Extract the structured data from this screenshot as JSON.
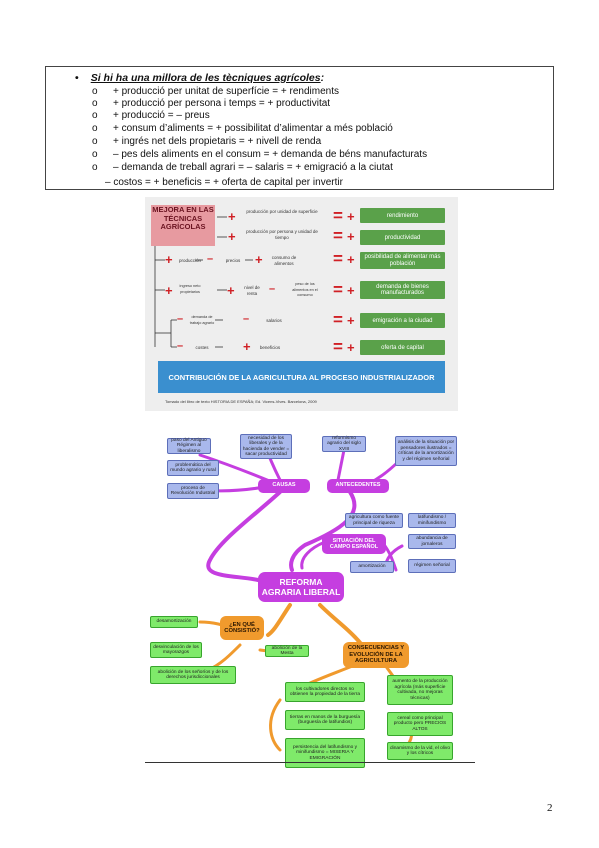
{
  "text": {
    "bullet": "•",
    "heading": "Si hi ha una millora de les tècniques agrícoles",
    "heading_colon": ":",
    "marker": "o",
    "lines": [
      "+ producció per unitat de superfície = + rendiments",
      "+ producció per persona i temps = + productivitat",
      "+ producció = – preus",
      "+ consum d’aliments = + possibilitat d’alimentar a més població",
      "+ ingrés net dels propietaris = + nivell de renda",
      "– pes dels aliments en el consum = + demanda de béns manufacturats",
      "– demanda de treball agrari = – salaris = + emigració a la ciutat"
    ],
    "last_line": "– costos = + beneficis = + oferta de capital per invertir"
  },
  "infographic": {
    "title_box": "MEJORA EN LAS TÉCNICAS AGRÍCOLAS",
    "plus": "+",
    "minus": "–",
    "equals": "=",
    "arrow": "→",
    "items": {
      "prod_superficie": "producción por unidad de superficie",
      "prod_persona": "producción por persona y unidad de tiempo",
      "produccion": "producción",
      "precios": "precios",
      "consumo": "consumo de alimentos",
      "ingreso": "ingreso neto propietarios",
      "nivel_renta": "nivel de renta",
      "peso": "peso de los alimentos en el consumo",
      "demanda": "demanda de trabajo agrario",
      "salarios": "salarios",
      "costes": "costes",
      "beneficios": "beneficios"
    },
    "results": [
      "rendimiento",
      "productividad",
      "posibilidad de alimentar más población",
      "demanda de bienes manufacturados",
      "emigración a la ciudad",
      "oferta de capital"
    ],
    "bottom_bar": "CONTRIBUCIÓN DE LA AGRICULTURA AL PROCESO INDUSTRIALIZADOR",
    "source": "Tomado del libro de texto HISTORIA DE ESPAÑA; Ed. Vicens-Vives. Barcelona, 2009"
  },
  "concept_map": {
    "causas": "CAUSAS",
    "antecedentes": "ANTECEDENTES",
    "situacion": "SITUACIÓN DEL CAMPO ESPAÑOL",
    "reforma": "REFORMA AGRARIA LIBERAL",
    "en_que": "¿EN QUÉ CONSISTIÓ?",
    "consecuencias": "CONSECUENCIAS Y EVOLUCIÓN DE LA AGRICULTURA",
    "causas_nodes": [
      "paso del Antiguo Régimen al liberalismo",
      "necesidad de los liberales y de la hacienda de vender = sacar productividad",
      "problemática del mundo agrario y rural",
      "proceso de Revolución Industrial"
    ],
    "antecedentes_nodes": [
      "reformismo agrario del siglo XVIII",
      "análisis de la situación por pensadores ilustrados = críticas de la amortización y del régimen señorial"
    ],
    "situacion_nodes": [
      "agricultura como fuente principal de riqueza",
      "latifundismo / minifundismo",
      "abundancia de jornaleros",
      "amortización",
      "régimen señorial"
    ],
    "en_que_nodes": [
      "desamortización",
      "desvinculación de los mayorazgos",
      "abolición de los señoríos y de los derechos jurisdiccionales",
      "abolición de la Mesta"
    ],
    "consecuencias_nodes": [
      "los cultivadores directos no obtienen la propiedad de la tierra",
      "tierras en manos de la burguesía (burguesía de latifundios)",
      "persistencia del latifundismo y minifundismo = MISERIA Y EMIGRACIÓN",
      "aumento de la producción agrícola (más superficie cultivada, no mejoras técnicas)",
      "cereal como principal producto pero PRECIOS ALTOS",
      "dinamismo de la vid, el olivo y los cítricos"
    ]
  },
  "page_number": "2",
  "colors": {
    "infographic_green": "#5aa14a",
    "infographic_red": "#d02025",
    "infographic_blue": "#3a8fcf",
    "map_purple": "#c53ee0",
    "map_orange": "#f09a2d",
    "map_green": "#7fea6a",
    "map_blue": "#a9b8ec"
  }
}
